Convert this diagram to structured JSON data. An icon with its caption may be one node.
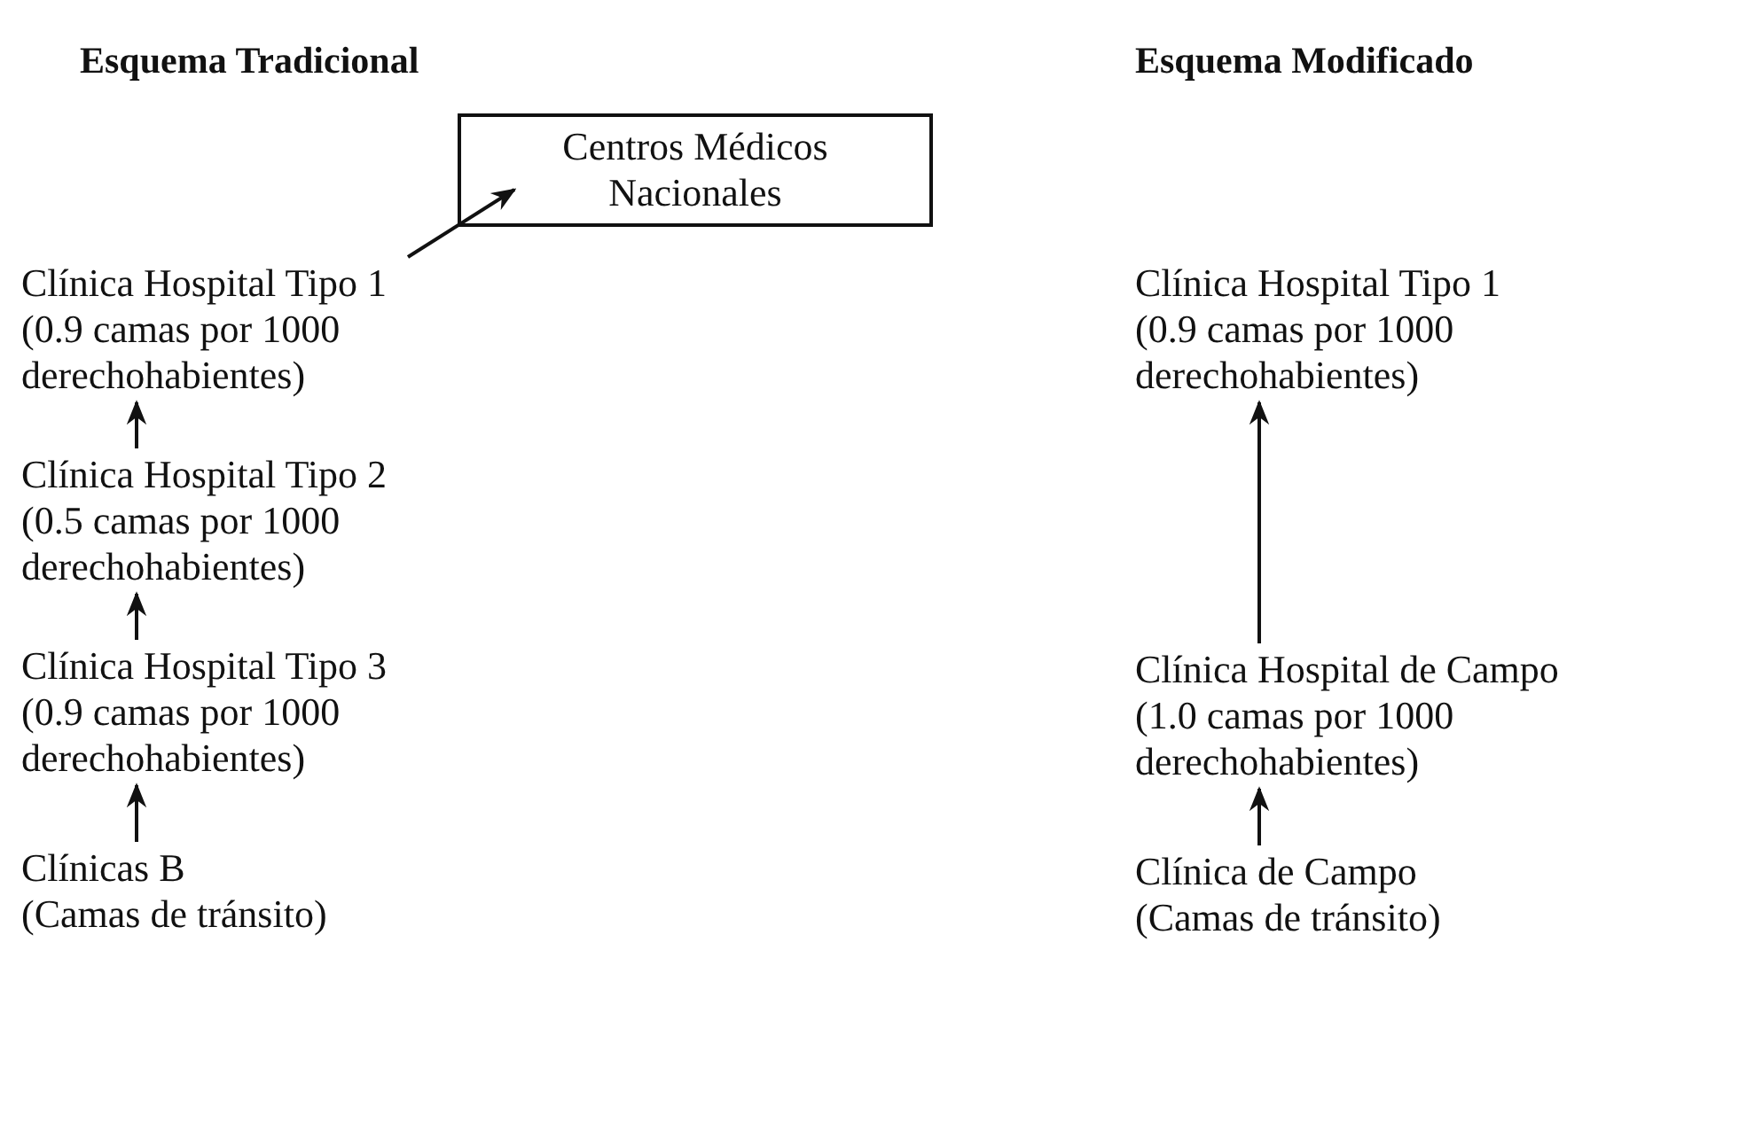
{
  "diagram": {
    "nodes": [
      {
        "text": [
          "Centros Médicos Nacionales"
        ]
      },
      {
        "text": [
          "Clínica Hospital Tipo 1",
          "(0.9 camas por 1000 derechohabientes)"
        ]
      },
      {
        "text": [
          "Clínica Hospital Tipo 2",
          "(0.5 camas por 1000 derechohabientes)"
        ]
      },
      {
        "text": [
          "Clínica Hospital Tipo 3",
          "(0.9 camas por 1000 derechohabientes)"
        ]
      },
      {
        "text": [
          "Clínicas B",
          "(Camas de tránsito)"
        ]
      },
      {
        "text": [
          "Clínica Hospital Tipo 1",
          "(0.9 camas por 1000 derechohabientes)"
        ]
      },
      {
        "text": [
          "Clínica Hospital de Campo",
          "(1.0 camas por 1000 derechohabientes)"
        ]
      },
      {
        "text": [
          "Clínica de Campo",
          "(Camas de tránsito)"
        ]
      }
    ],
    "edges": [
      {
        "from": 1,
        "to": 0,
        "arrow": "to"
      },
      {
        "from": 2,
        "to": 1,
        "arrow": "to"
      },
      {
        "from": 3,
        "to": 2,
        "arrow": "to"
      },
      {
        "from": 4,
        "to": 3,
        "arrow": "to"
      },
      {
        "from": 6,
        "to": 5,
        "arrow": "to"
      },
      {
        "from": 7,
        "to": 6,
        "arrow": "to"
      }
    ],
    "labels": [
      "Esquema Tradicional",
      "Esquema Modificado"
    ]
  }
}
